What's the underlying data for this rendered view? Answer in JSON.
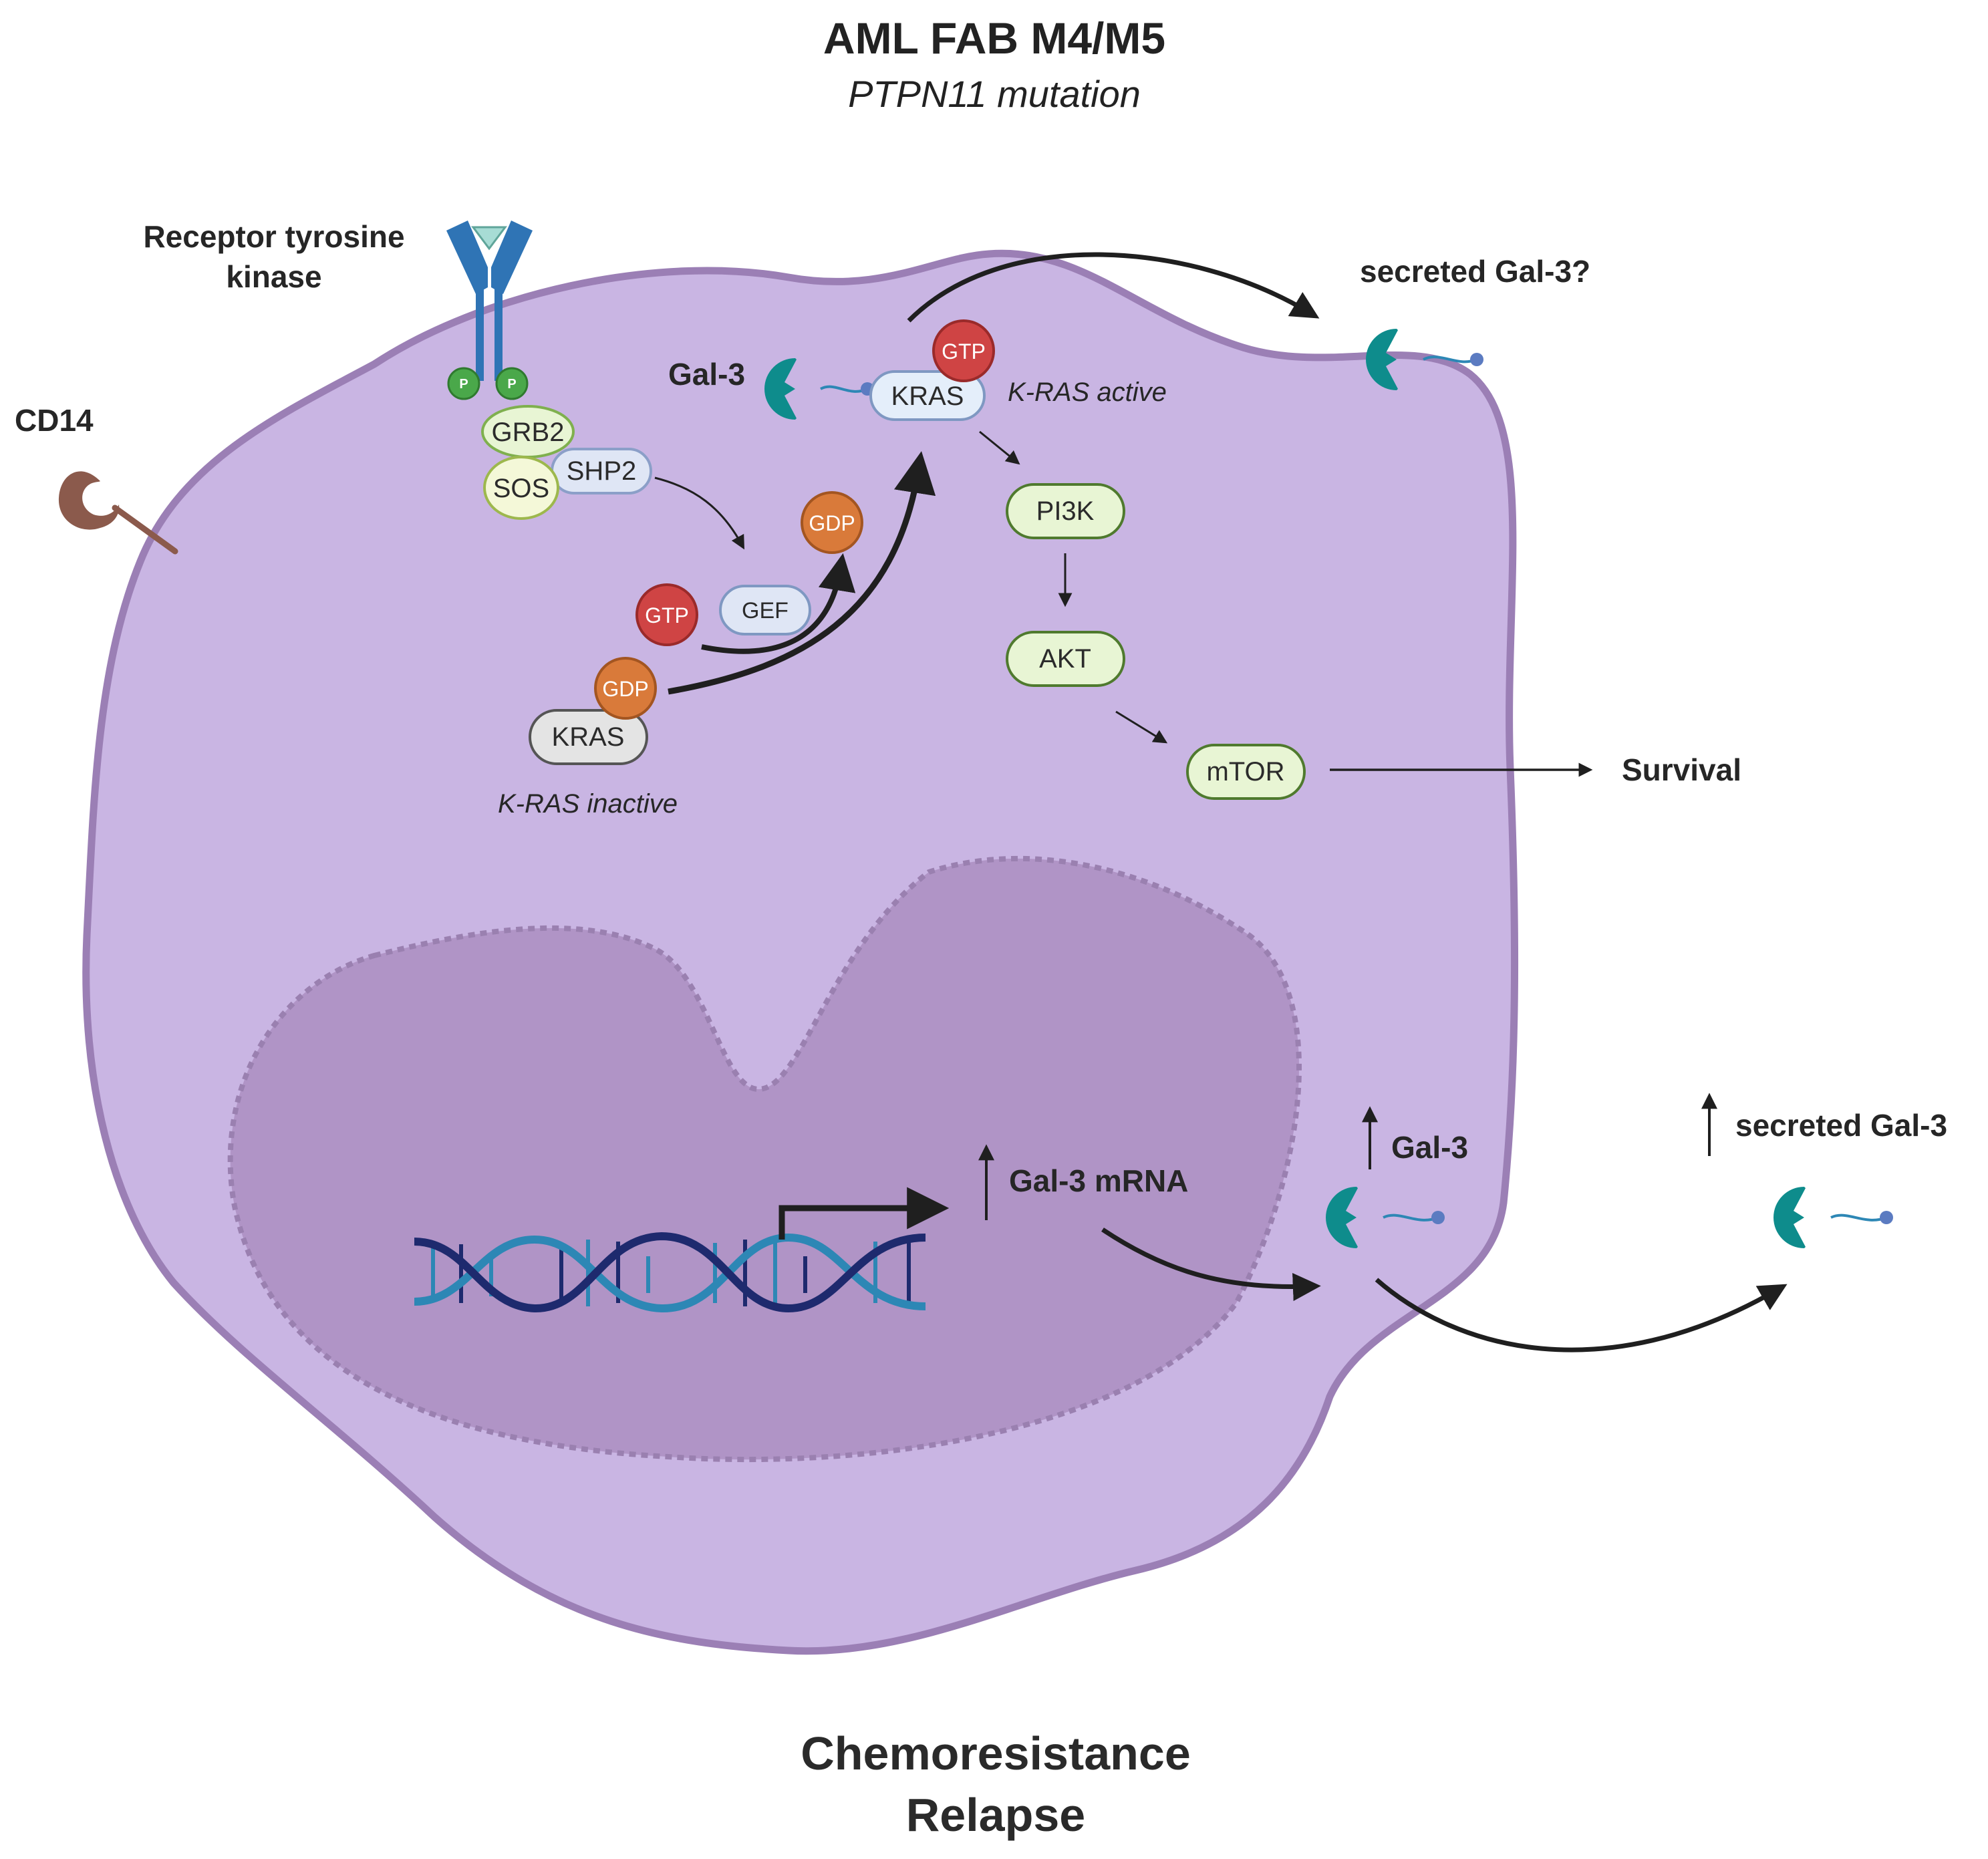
{
  "title": "AML FAB M4/M5",
  "subtitle": "PTPN11 mutation",
  "labels": {
    "receptor_line1": "Receptor tyrosine",
    "receptor_line2": "kinase",
    "cd14": "CD14",
    "gal3": "Gal-3",
    "kras_active": "K-RAS active",
    "kras_inactive": "K-RAS inactive",
    "secreted_q": "secreted Gal-3?",
    "survival": "Survival",
    "gal3_mrna": "Gal-3 mRNA",
    "gal3_up": "Gal-3",
    "secreted_up": "secreted Gal-3"
  },
  "nodes": {
    "grb2": "GRB2",
    "sos": "SOS",
    "shp2": "SHP2",
    "gef": "GEF",
    "kras_top": "KRAS",
    "kras_bottom": "KRAS",
    "pi3k": "PI3K",
    "akt": "AKT",
    "mtor": "mTOR",
    "gtp_top": "GTP",
    "gtp_mid": "GTP",
    "gdp_right": "GDP",
    "gdp_bottom": "GDP",
    "phospho_left": "P",
    "phospho_right": "P"
  },
  "footer": {
    "line1": "Chemoresistance",
    "line2": "Relapse"
  },
  "colors": {
    "cell_fill": "#c9b5e3",
    "cell_stroke": "#9b7fb5",
    "nucleus_fill": "#b094c6",
    "galectin": "#0e8c8c",
    "gtp": "#cf4444",
    "gdp": "#d97a3a",
    "receptor": "#2f74b5",
    "phospho": "#4aa84a",
    "cd14": "#8b5a4c",
    "node_green": "#e8f5d4",
    "node_green_stroke": "#7fb04e",
    "node_blue": "#dfe6f5",
    "node_gray": "#e4e4e4",
    "dna_dark": "#1e2a6e",
    "dna_light": "#2d87b5"
  }
}
